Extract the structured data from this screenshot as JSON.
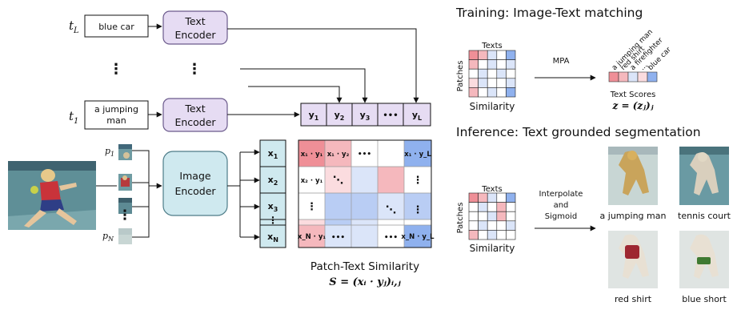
{
  "text_inputs": {
    "top_var": "t",
    "top_var_sub": "L",
    "top_text": "blue car",
    "bottom_var": "t",
    "bottom_var_sub": "1",
    "bottom_text_line1": "a jumping",
    "bottom_text_line2": "man",
    "dots": "⋮"
  },
  "text_encoder": {
    "line1": "Text",
    "line2": "Encoder"
  },
  "image_encoder": {
    "line1": "Image",
    "line2": "Encoder"
  },
  "patches": {
    "p1": "p",
    "p1_sub": "1",
    "pN": "p",
    "pN_sub": "N",
    "dots": "⋮"
  },
  "text_embeddings": [
    "y",
    "y",
    "y",
    "•••",
    "y"
  ],
  "text_embedding_subs": [
    "1",
    "2",
    "3",
    "",
    "L"
  ],
  "patch_embeddings": [
    "x",
    "x",
    "x",
    "⋮",
    "x"
  ],
  "patch_embedding_subs": [
    "1",
    "2",
    "3",
    "",
    "N"
  ],
  "matrix_labels": {
    "r0c0": "x₁ · y₁",
    "r0c1": "x₁ · y₂",
    "r0c2": "•••",
    "r0c4": "x₁ · y_L",
    "r1c0": "x₂ · y₁",
    "r1c1": "⋱",
    "r1c4": "⋮",
    "r2c0": "⋮",
    "r3c2": "⋱",
    "r3c4": "⋮",
    "r4c0": "x_N · y₁",
    "r4c1": "•••",
    "r4c3": "•••",
    "r4c4": "x_N · y_L"
  },
  "similarity_caption": {
    "title": "Patch-Text Similarity",
    "formula": "S = (xᵢ · yⱼ)ᵢ,ⱼ"
  },
  "training": {
    "title": "Training: Image-Text matching",
    "texts_label": "Texts",
    "patches_label": "Patches",
    "similarity_label": "Similarity",
    "arrow_label": "MPA",
    "score_labels": [
      "a jumping man",
      "red shirt",
      "a firefighter",
      "...",
      "blue car"
    ],
    "scores_title": "Text Scores",
    "scores_formula": "z = (zⱼ)ⱼ"
  },
  "inference": {
    "title": "Inference: Text grounded segmentation",
    "texts_label": "Texts",
    "patches_label": "Patches",
    "similarity_label": "Similarity",
    "arrow_line1": "Interpolate",
    "arrow_line2": "and",
    "arrow_line3": "Sigmoid",
    "captions": [
      "a jumping man",
      "tennis court",
      "red shirt",
      "blue short"
    ]
  },
  "colors": {
    "text_encoder_fill": "#e6dcf3",
    "text_encoder_stroke": "#6b5a8c",
    "image_encoder_fill": "#cfe9ef",
    "image_encoder_stroke": "#4d7c88",
    "red_strong": "#ef8f97",
    "red_mid": "#f5b8bd",
    "red_light": "#fbdcdf",
    "blue_strong": "#8fb1ee",
    "blue_mid": "#b9cdf4",
    "blue_light": "#dbe5f9",
    "court": "#6a9aa3"
  }
}
